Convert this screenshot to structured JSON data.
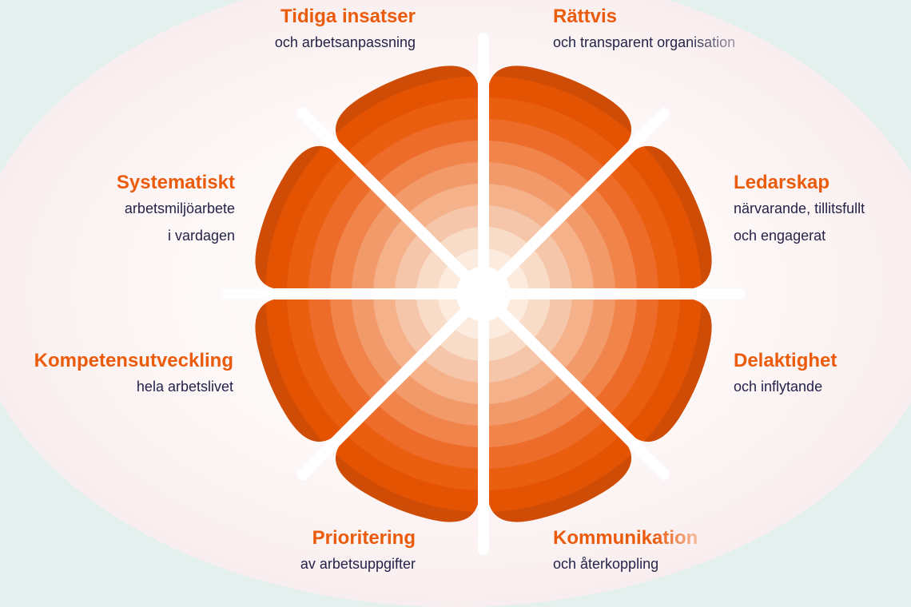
{
  "diagram": {
    "segments": [
      {
        "id": "tidiga-insatser",
        "title": "Tidiga insatser",
        "lines": [
          "och arbetsanpassning"
        ]
      },
      {
        "id": "rattvis",
        "title": "Rättvis",
        "lines": [
          "och transparent organisation"
        ]
      },
      {
        "id": "ledarskap",
        "title": "Ledarskap",
        "lines": [
          "närvarande, tillitsfullt",
          "och engagerat"
        ]
      },
      {
        "id": "delaktighet",
        "title": "Delaktighet",
        "lines": [
          "och inflytande"
        ]
      },
      {
        "id": "kommunikation",
        "title": "Kommunikation",
        "lines": [
          "och återkoppling"
        ]
      },
      {
        "id": "prioritering",
        "title": "Prioritering",
        "lines": [
          "av arbetsuppgifter"
        ]
      },
      {
        "id": "kompetensutveckling",
        "title": "Kompetensutveckling",
        "lines": [
          "hela arbetslivet"
        ]
      },
      {
        "id": "systematiskt",
        "title": "Systematiskt",
        "lines": [
          "arbetsmiljöarbete",
          "i vardagen"
        ]
      }
    ],
    "ring_colors": [
      "#ce4c06",
      "#e45302",
      "#ea5e10",
      "#ee6c2a",
      "#f0844a",
      "#f29a6a",
      "#f4b18a",
      "#f6c6aa",
      "#f9dcc8",
      "#fcecdf"
    ]
  }
}
